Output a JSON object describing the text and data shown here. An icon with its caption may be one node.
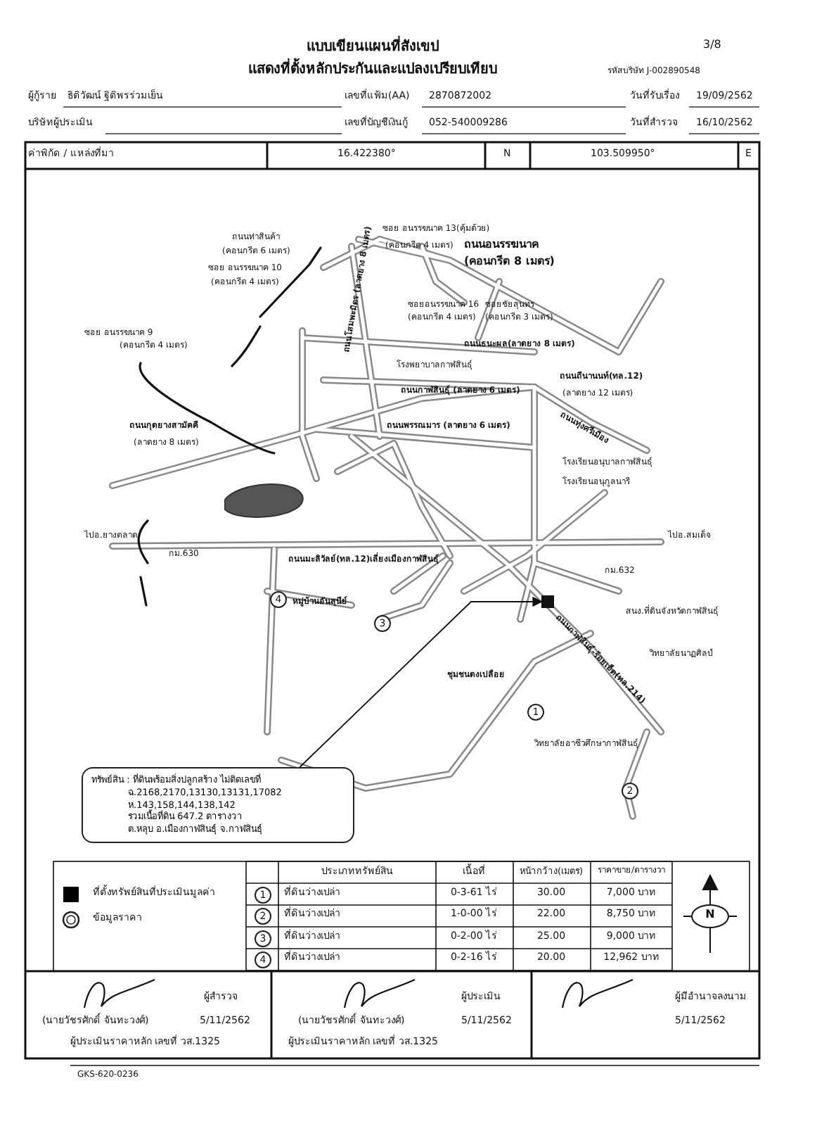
{
  "diagram": {
    "nodes": [
      {
        "text": [
          "ทรัพย์สิน : ที่ดินพร้อมสิ่งปลูกสร้าง ไม่ติดเลขที่",
          "ฉ.2168,2170,13130,13131,17082",
          "ห.143,158,144,138,142",
          "รวมเนื้อที่ดิน 647.2 ตารางวา",
          "ต.หลุบ อ.เมืองกาฬสินธุ์ จ.กาฬสินธุ์"
        ]
      },
      {
        "text": [],
        "shape": "box"
      }
    ],
    "edges": [
      {
        "from": 0,
        "to": 1,
        "arrow": "to"
      }
    ],
    "labels": [
      "แบบเขียนแผนที่สังเขป",
      "3/8",
      "แสดงที่ตั้งหลักประกันและแปลงเปรียบเทียบ",
      "รหัสบริษัท J-002890548",
      "ผู้กู้ราย",
      "ธิติวัฒน์ ฐิติพรร่วมเย็น",
      "เลขที่แฟ้ม(AA)",
      "2870872002",
      "วันที่รับเรื่อง",
      "19/09/2562",
      "บริษัทผู้ประเมิน",
      "เลขที่บัญชีเงินกู้",
      "052-540009286",
      "วันที่สำรวจ",
      "16/10/2562",
      "ค่าพิกัด / แหล่งที่มา",
      "16.422380°",
      "N",
      "103.509950°",
      "E",
      "ซอย อนรรฆนาค 13(คุ้มด้วย)",
      "ถนนท่าสินค้า",
      "(คอนกรีต 4 เมตร)",
      "ถนนอนรรฆนาค",
      "(คอนกรีต 6 เมตร)",
      "(คอนกรีต 8 เมตร)",
      "ซอย อนรรฆนาค 10",
      "(คอนกรีต 4 เมตร)",
      "ซอยอนรรฆนาค 16",
      "ซอยชัยสุนทร",
      "(คอนกรีต 4 เมตร)",
      "(คอนกรีต 3 เมตร)",
      "ซอย อนรรฆนาค 9",
      "(คอนกรีต 4 เมตร)",
      "ถนนโสมพะมิตร (ลาดยาง 8 เมตร)",
      "ถนนธนะผล(ลาดยาง 8 เมตร)",
      "โรงพยาบาลกาฬสินธุ์",
      "ถนนถีนานนท์(ทล.12)",
      "ถนนกาฬสินธุ์ (ลาดยาง 6 เมตร)",
      "(ลาดยาง 12 เมตร)",
      "ถนนพรรณมาร (ลาดยาง 6 เมตร)",
      "ถนนกุดยางสามัคคี",
      "ถนนทุ่งศรีเมือง",
      "(ลาดยาง 8 เมตร)",
      "โรงเรียนอนุบาลกาฬสินธุ์",
      "โรงเรียนอนุกูลนารี",
      "ไปอ.ยางตลาด",
      "กม.630",
      "ไปอ.สมเด็จ",
      "ถนนมะลิวัลย์(ทล.12)เลี่ยงเมืองกาฬสินธุ์",
      "กม.632",
      "4",
      "หมู่บ้านอันสุนีย์",
      "สนง.ที่ดินจังหวัดกาฬสินธุ์",
      "3",
      "ถนนกาฬสินธุ์-ร้อยเอ็ด(ทล.214)",
      "วิทยาลัยนาฏศิลป์",
      "ชุมชนดงเปลือย",
      "1",
      "วิทยาลัยอาชีวศึกษากาฬสินธุ์",
      "2",
      "ประเภททรัพย์สิน",
      "เนื้อที่",
      "หน้ากว้าง(เมตร)",
      "ราคาขาย/ตารางวา",
      "1",
      "ที่ดินว่างเปล่า",
      "0-3-61 ไร่",
      "30.00",
      "7,000 บาท",
      "2",
      "ที่ดินว่างเปล่า",
      "1-0-00 ไร่",
      "22.00",
      "8,750 บาท",
      "3",
      "ที่ดินว่างเปล่า",
      "0-2-00 ไร่",
      "25.00",
      "9,000 บาท",
      "4",
      "ที่ดินว่างเปล่า",
      "0-2-16 ไร่",
      "20.00",
      "12,962 บาท",
      "N",
      "ผู้สำรวจ",
      "ผู้ประเมิน",
      "ผู้มีอำนาจลงนาม",
      "(นายวัชรศักดิ์ จันทะวงศ์)",
      "5/11/2562",
      "(นายวัชรศักดิ์ จันทะวงศ์)",
      "5/11/2562",
      "5/11/2562",
      "ผู้ประเมินราคาหลัก เลขที่ วส.1325",
      "ผู้ประเมินราคาหลัก เลขที่ วส.1325",
      "GKS-620-0236"
    ],
    "legend": [
      {
        "text": "ที่ตั้งทรัพย์สินที่ประเมินมูลค่า",
        "color": "#000000"
      },
      {
        "text": "ข้อมูลราคา"
      }
    ]
  }
}
